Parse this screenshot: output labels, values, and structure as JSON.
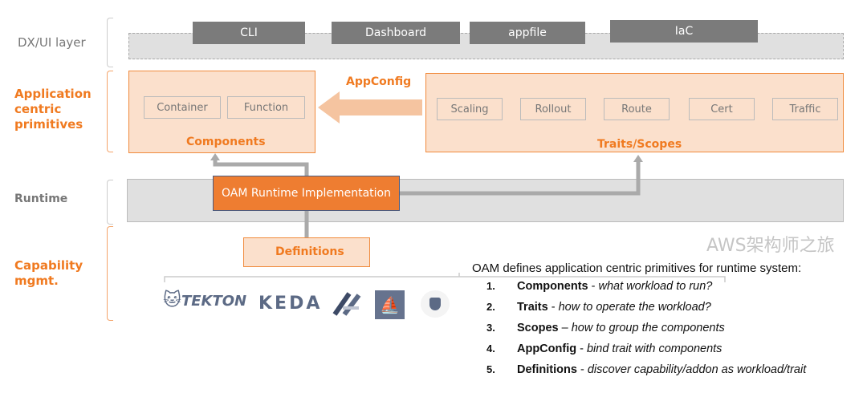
{
  "layers": {
    "dx": "DX/UI layer",
    "app": "Application centric primitives",
    "runtime": "Runtime",
    "capability": "Capability mgmt."
  },
  "tools": [
    "CLI",
    "Dashboard",
    "appfile",
    "IaC"
  ],
  "components": {
    "title": "Components",
    "items": [
      "Container",
      "Function"
    ]
  },
  "appconfig": "AppConfig",
  "traits": {
    "title": "Traits/Scopes",
    "items": [
      "Scaling",
      "Rollout",
      "Route",
      "Cert",
      "Traffic"
    ]
  },
  "runtime_impl": "OAM Runtime Implementation",
  "definitions": "Definitions",
  "logos": [
    "TEKTON",
    "KEDA",
    "keel",
    "istio",
    "opa"
  ],
  "description": {
    "intro": "OAM defines application centric primitives for runtime system:",
    "items": [
      {
        "num": "1.",
        "term": "Components",
        "sep": " - ",
        "text": "what workload to run?"
      },
      {
        "num": "2.",
        "term": "Traits",
        "sep": " - ",
        "text": "how to operate the workload?"
      },
      {
        "num": "3.",
        "term": "Scopes",
        "sep": " – ",
        "text": "how to group the components"
      },
      {
        "num": "4.",
        "term": "AppConfig",
        "sep": " - ",
        "text": "bind trait with components"
      },
      {
        "num": "5.",
        "term": "Definitions",
        "sep": " - ",
        "text": "discover capability/addon as workload/trait"
      }
    ]
  },
  "watermark": "AWS架构师之旅",
  "colors": {
    "orange": "#f07a20",
    "fill": "#fbe0cc",
    "gray": "#7b7b7b"
  }
}
